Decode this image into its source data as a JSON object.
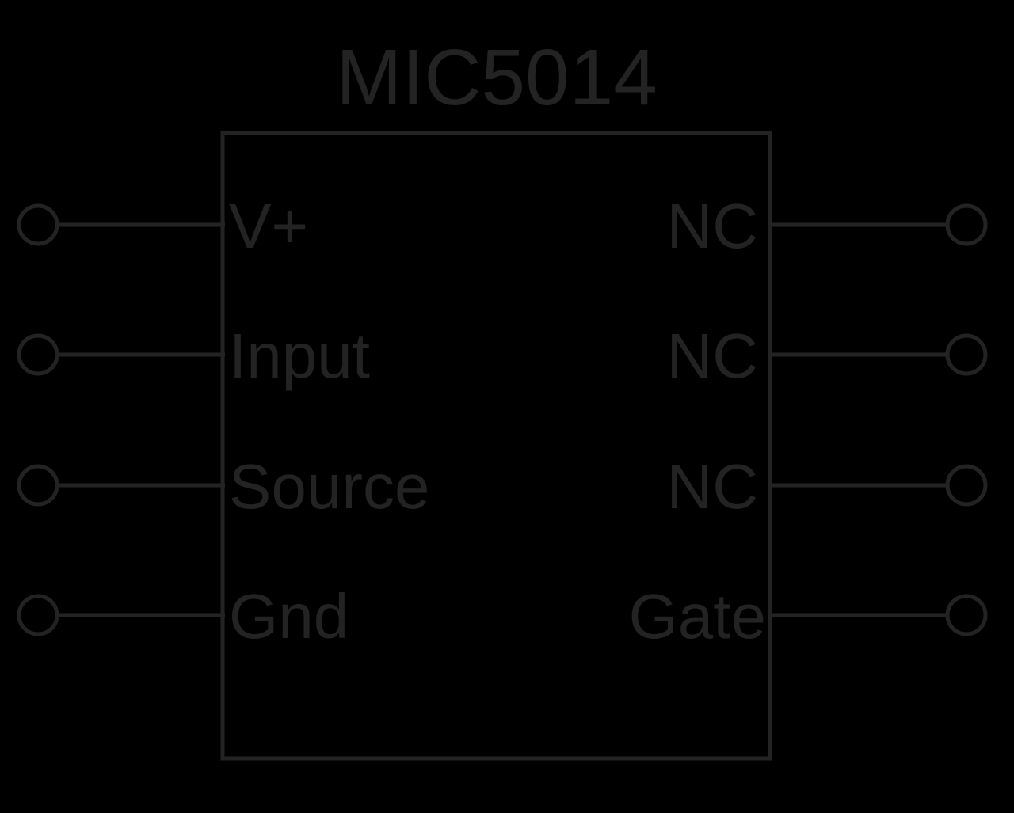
{
  "chip": {
    "title": "MIC5014"
  },
  "pins": {
    "left": [
      {
        "label": "V+"
      },
      {
        "label": "Input"
      },
      {
        "label": "Source"
      },
      {
        "label": "Gnd"
      }
    ],
    "right": [
      {
        "label": "NC"
      },
      {
        "label": "NC"
      },
      {
        "label": "NC"
      },
      {
        "label": "Gate"
      }
    ]
  },
  "colors": {
    "background": "#000000",
    "ink": "#232323"
  }
}
